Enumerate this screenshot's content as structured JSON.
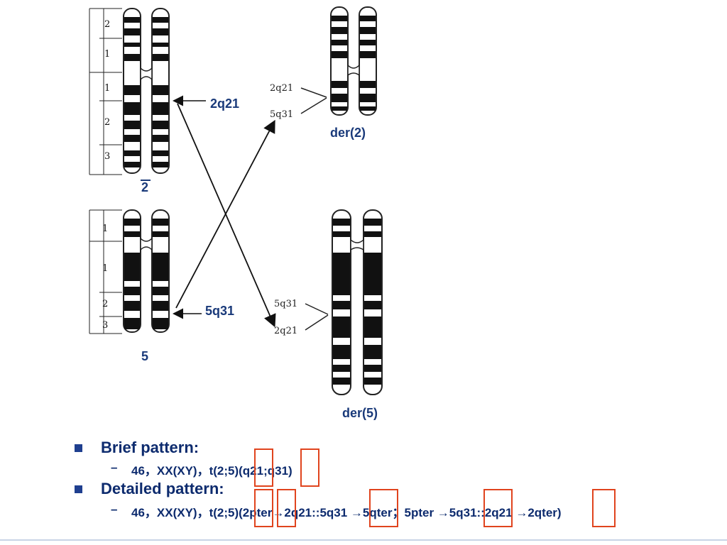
{
  "figure": {
    "chr2_label": "2",
    "chr5_label": "5",
    "der2_label": "der(2)",
    "der5_label": "der(5)",
    "break_2q21": "2q21",
    "break_5q31": "5q31",
    "der2_tag_top": "2q21",
    "der2_tag_bottom": "5q31",
    "der5_tag_top": "5q31",
    "der5_tag_bottom": "2q21",
    "chr2_bands": [
      "2",
      "1",
      "1",
      "2",
      "3"
    ],
    "chr5_bands": [
      "1",
      "1",
      "2",
      "3"
    ]
  },
  "text": {
    "brief_heading": "Brief pattern:",
    "brief_detail": "46，XX(XY)，t(2;5)(q21;q31)",
    "detailed_heading": "Detailed pattern:",
    "detailed_detail": "46，XX(XY)，t(2;5)(2pter→2q21::5q31 →5qter；5pter →5q31::2q21 →2qter)"
  },
  "colors": {
    "text": "#0d2b6e",
    "label": "#1a3a7a",
    "bullet": "#1f3f8f",
    "highlight": "#e0441e"
  }
}
